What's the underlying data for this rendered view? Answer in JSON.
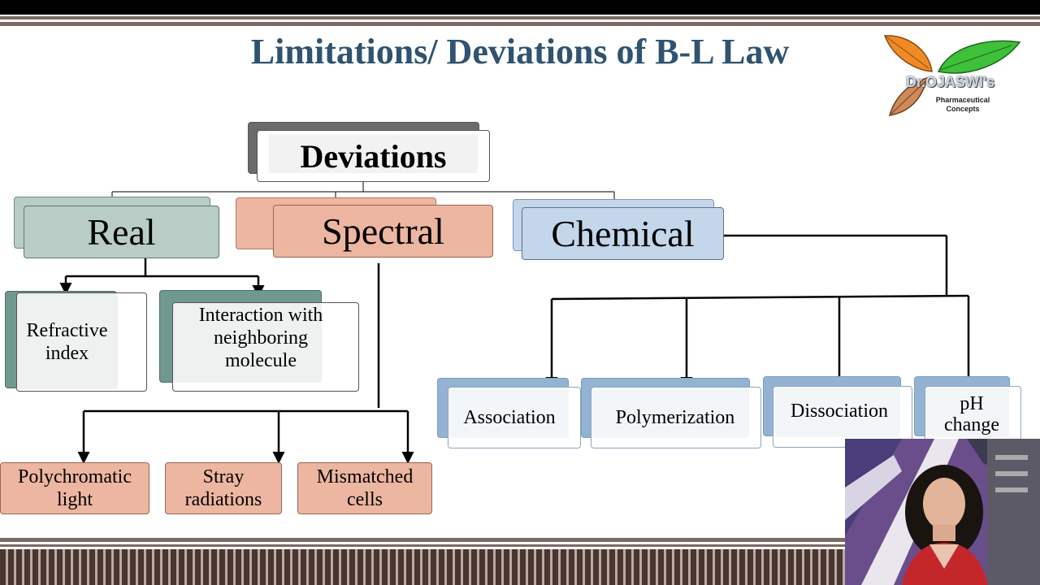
{
  "slide": {
    "title": "Limitations/ Deviations of B-L Law"
  },
  "logo": {
    "name": "Dr.OJASWI's",
    "subtitle_line1": "Pharmaceutical",
    "subtitle_line2": "Concepts"
  },
  "diagram": {
    "root": "Deviations",
    "categories": {
      "real": "Real",
      "spectral": "Spectral",
      "chemical": "Chemical"
    },
    "real_children": {
      "refractive_line1": "Refractive",
      "refractive_line2": "index",
      "interaction_line1": "Interaction with",
      "interaction_line2": "neighboring",
      "interaction_line3": "molecule"
    },
    "spectral_children": {
      "polychromatic_line1": "Polychromatic",
      "polychromatic_line2": "light",
      "stray_line1": "Stray",
      "stray_line2": "radiations",
      "mismatched_line1": "Mismatched",
      "mismatched_line2": "cells"
    },
    "chemical_children": {
      "association": "Association",
      "polymerization": "Polymerization",
      "dissociation": "Dissociation",
      "ph_line1": "pH",
      "ph_line2": "change"
    }
  },
  "colors": {
    "title": "#2f5370",
    "real": "#b9cdc6",
    "spectral": "#edb6a0",
    "chemical": "#c3d6ea",
    "real_shadow": "#6f998e",
    "chemical_shadow": "#94b3d2"
  }
}
